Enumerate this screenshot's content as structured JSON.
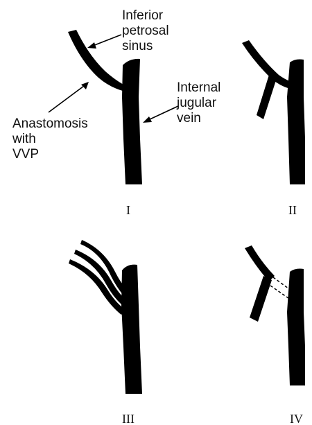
{
  "labels": {
    "inferior_petrosal_sinus": [
      "Inferior",
      "petrosal",
      "sinus"
    ],
    "internal_jugular_vein": [
      "Internal",
      "jugular",
      "vein"
    ],
    "anastomosis_with_vvp": [
      "Anastomosis",
      "with",
      "VVP"
    ]
  },
  "panels": [
    {
      "id": "I",
      "label": "I"
    },
    {
      "id": "II",
      "label": "II"
    },
    {
      "id": "III",
      "label": "III"
    },
    {
      "id": "IV",
      "label": "IV"
    }
  ],
  "colors": {
    "ink": "#000000",
    "background": "#ffffff"
  }
}
